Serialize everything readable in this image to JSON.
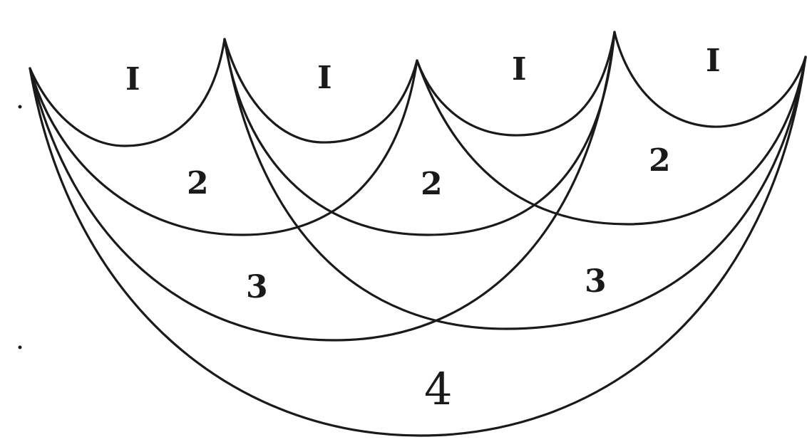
{
  "diagram": {
    "colors": {
      "ink": "#1a1a1a",
      "paper": "#ffffff"
    },
    "labels": {
      "top_1": "I",
      "top_2": "I",
      "top_3": "I",
      "top_4": "I",
      "second_1": "2",
      "second_2": "2",
      "second_3": "2",
      "third_1": "3",
      "third_2": "3",
      "bottom": "4"
    }
  }
}
